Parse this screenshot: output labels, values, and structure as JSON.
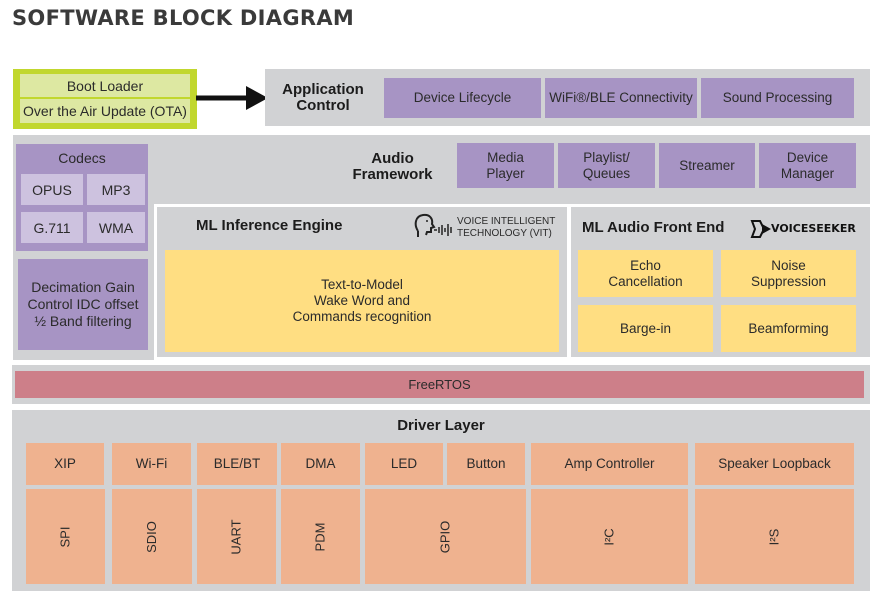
{
  "title": "SOFTWARE BLOCK DIAGRAM",
  "boot": {
    "boot_loader": "Boot Loader",
    "ota": "Over the Air Update (OTA)"
  },
  "application_control": {
    "label_line1": "Application",
    "label_line2": "Control",
    "items": [
      "Device Lifecycle",
      "WiFi®/BLE Connectivity",
      "Sound Processing"
    ]
  },
  "audio_framework": {
    "label_line1": "Audio",
    "label_line2": "Framework",
    "items": [
      {
        "line1": "Media",
        "line2": "Player"
      },
      {
        "line1": "Playlist/",
        "line2": "Queues"
      },
      {
        "line1": "Streamer",
        "line2": ""
      },
      {
        "line1": "Device",
        "line2": "Manager"
      }
    ]
  },
  "codecs": {
    "label": "Codecs",
    "items": [
      "OPUS",
      "MP3",
      "G.711",
      "WMA"
    ]
  },
  "decimation": {
    "line1": "Decimation Gain",
    "line2": "Control IDC offset",
    "line3": "½ Band filtering"
  },
  "ml_inference": {
    "label": "ML Inference Engine",
    "vit_line1": "VOICE INTELLIGENT",
    "vit_line2": "TECHNOLOGY (VIT)",
    "body_line1": "Text-to-Model",
    "body_line2": "Wake Word and",
    "body_line3": "Commands recognition"
  },
  "ml_audio_front_end": {
    "label": "ML Audio Front End",
    "brand": "VOICESEEKER",
    "items": [
      {
        "line1": "Echo",
        "line2": "Cancellation"
      },
      {
        "line1": "Noise",
        "line2": "Suppression"
      },
      {
        "line1": "Barge-in",
        "line2": ""
      },
      {
        "line1": "Beamforming",
        "line2": ""
      }
    ]
  },
  "rtos": {
    "label": "FreeRTOS"
  },
  "driver_layer": {
    "label": "Driver Layer",
    "top_row": [
      "XIP",
      "Wi-Fi",
      "BLE/BT",
      "DMA",
      "LED",
      "Button",
      "Amp Controller",
      "Speaker Loopback"
    ],
    "bottom_row": [
      "SPI",
      "SDIO",
      "UART",
      "PDM",
      "GPIO",
      "I²C",
      "I²S"
    ]
  },
  "colors": {
    "panel_gray": "#d1d2d4",
    "purple": "#a794c4",
    "lilac": "#cdc2df",
    "yellow": "#ffde82",
    "salmon": "#efb28f",
    "rose": "#cd7f89",
    "lime": "#c1d72e"
  }
}
